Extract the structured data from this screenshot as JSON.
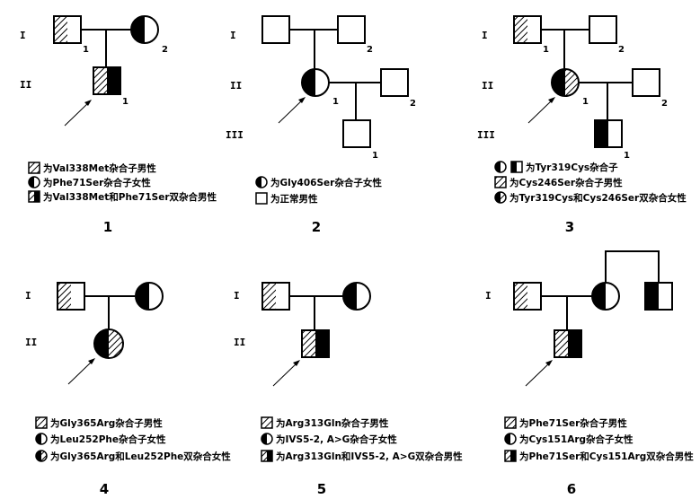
{
  "generations": [
    "I",
    "II",
    "III"
  ],
  "member_numbers": [
    "1",
    "2"
  ],
  "panels": [
    {
      "caption": "1",
      "legend": [
        "为Val338Met杂合子男性",
        "为Phe71Ser杂合子女性",
        "为Val338Met和Phe71Ser双杂合男性"
      ]
    },
    {
      "caption": "2",
      "legend": [
        "为Gly406Ser杂合子女性",
        "为正常男性"
      ]
    },
    {
      "caption": "3",
      "legend": [
        "为Tyr319Cys杂合子",
        "为Cys246Ser杂合子男性",
        "为Tyr319Cys和Cys246Ser双杂合女性"
      ]
    },
    {
      "caption": "4",
      "legend": [
        "为Gly365Arg杂合子男性",
        "为Leu252Phe杂合子女性",
        "为Gly365Arg和Leu252Phe双杂合女性"
      ]
    },
    {
      "caption": "5",
      "legend": [
        "为Arg313Gln杂合子男性",
        "为IVS5-2, A>G杂合子女性",
        "为Arg313Gln和IVS5-2, A>G双杂合男性"
      ]
    },
    {
      "caption": "6",
      "legend": [
        "为Phe71Ser杂合子男性",
        "为Cys151Arg杂合子女性",
        "为Phe71Ser和Cys151Arg双杂合男性"
      ]
    }
  ]
}
